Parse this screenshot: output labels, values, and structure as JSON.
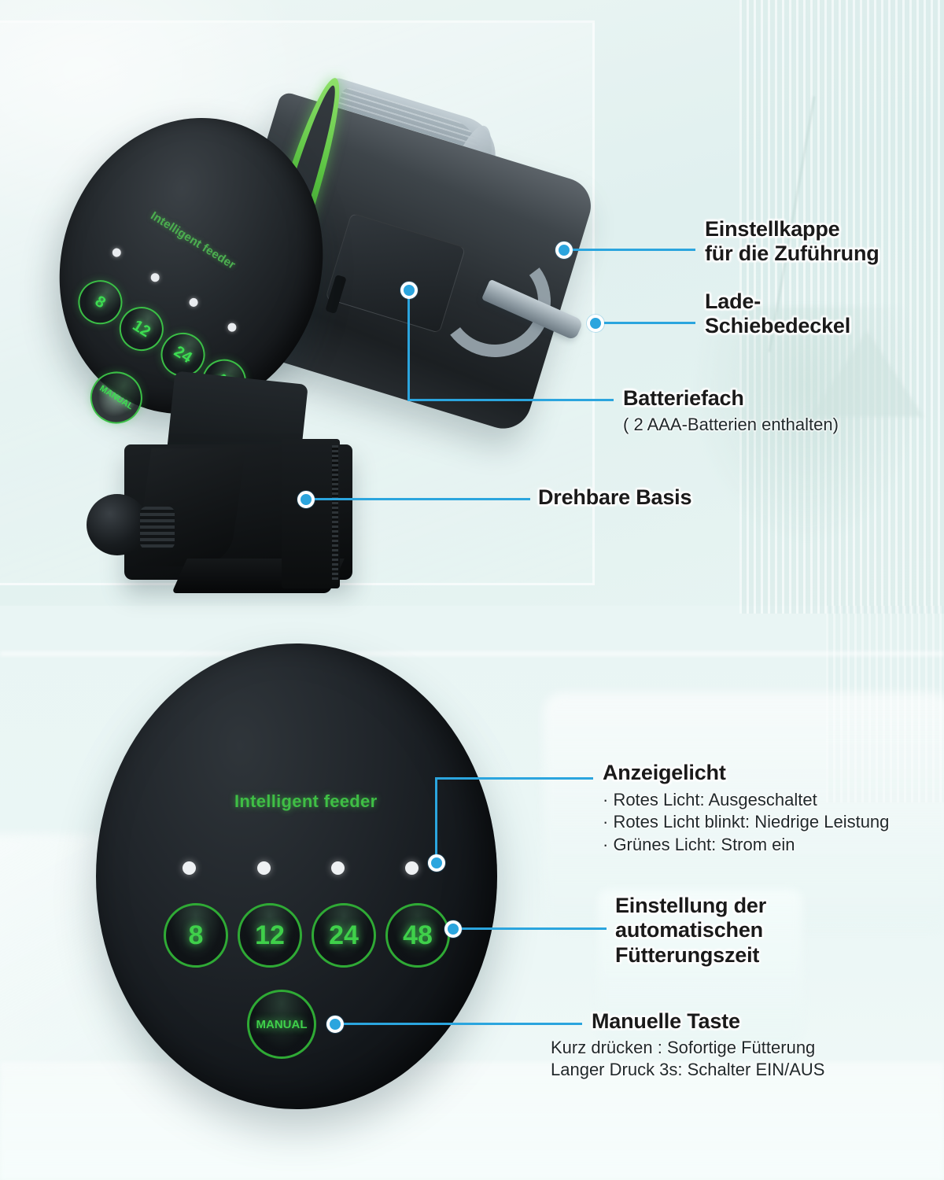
{
  "product": {
    "brand_text": "Intelligent feeder",
    "timer_buttons": [
      "8",
      "12",
      "24",
      "48"
    ],
    "manual_button": "MANUAL",
    "indicator_led_count": 4,
    "accent_color": "#2ba5de",
    "led_green": "#3fd04a",
    "background_color": "#e6f3f1"
  },
  "top_section": {
    "callouts": [
      {
        "id": "feed-cap",
        "title_lines": [
          "Einstellkappe",
          "für die Zuführung"
        ],
        "sub_lines": []
      },
      {
        "id": "load-slide-lid",
        "title_lines": [
          "Lade-",
          "Schiebedeckel"
        ],
        "sub_lines": []
      },
      {
        "id": "battery-compartment",
        "title_lines": [
          "Batteriefach"
        ],
        "sub_lines": [
          "( 2 AAA-Batterien enthalten)"
        ]
      },
      {
        "id": "rotatable-base",
        "title_lines": [
          "Drehbare Basis"
        ],
        "sub_lines": []
      }
    ]
  },
  "bottom_section": {
    "callouts": [
      {
        "id": "indicator-light",
        "title_lines": [
          "Anzeigelicht"
        ],
        "sub_lines": [
          "· Rotes Licht: Ausgeschaltet",
          "· Rotes Licht blinkt: Niedrige Leistung",
          "· Grünes Licht: Strom ein"
        ]
      },
      {
        "id": "auto-feeding-time",
        "title_lines": [
          "Einstellung der",
          "automatischen",
          "Fütterungszeit"
        ],
        "sub_lines": []
      },
      {
        "id": "manual-button",
        "title_lines": [
          "Manuelle Taste"
        ],
        "sub_lines": [
          "Kurz drücken :   Sofortige Fütterung",
          "Langer Druck 3s:   Schalter EIN/AUS"
        ]
      }
    ]
  }
}
